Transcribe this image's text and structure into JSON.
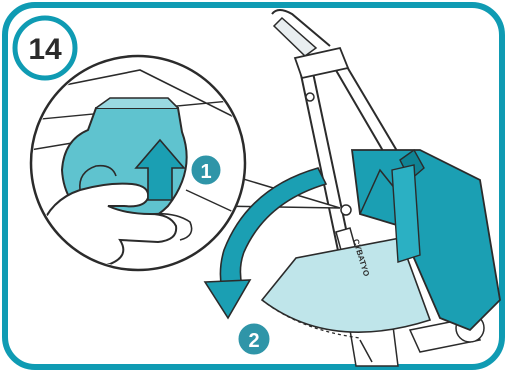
{
  "step": {
    "number": "14"
  },
  "callouts": [
    {
      "number": "1"
    },
    {
      "number": "2"
    }
  ],
  "brand": {
    "text": "CYBATYO"
  },
  "colors": {
    "frame": "#0f9bb3",
    "teal": "#1b9fb3",
    "teal_light": "#5fc3cf",
    "teal_pale": "#bfe5ea",
    "callout_bg": "#2f95a8",
    "badge_bg": "#ffffff",
    "outline": "#2b2b2b"
  },
  "icons": {
    "press_arrow": "arrow-up-icon",
    "fold_arrow": "curved-arrow-icon"
  }
}
